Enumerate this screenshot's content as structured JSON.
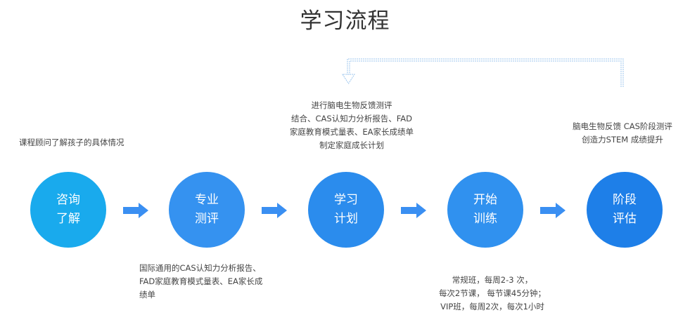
{
  "title": "学习流程",
  "colors": {
    "accent_light": "#1aa8ec",
    "accent_mid": "#2f8ff0",
    "accent_dark": "#1f7ce6",
    "arrow": "#3a8ff2",
    "loop_line": "#9bc5ee"
  },
  "steps": [
    {
      "line1": "咨询",
      "line2": "了解",
      "color": "#19aaed"
    },
    {
      "line1": "专业",
      "line2": "测评",
      "color": "#3592f0"
    },
    {
      "line1": "学习",
      "line2": "计划",
      "color": "#2b8ced"
    },
    {
      "line1": "开始",
      "line2": "训练",
      "color": "#3091ef"
    },
    {
      "line1": "阶段",
      "line2": "评估",
      "color": "#1e7fe8"
    }
  ],
  "notes": {
    "consult": [
      "课程顾问了解孩子的具体情况"
    ],
    "assess": [
      "国际通用的CAS认知力分析报告、",
      "FAD家庭教育模式量表、EA家长成",
      "绩单"
    ],
    "plan": [
      "进行脑电生物反馈测评",
      "结合、CAS认知力分析报告、FAD",
      "家庭教育模式量表、EA家长成绩单",
      "制定家庭成长计划"
    ],
    "training": [
      "常规班，每周2-3 次，",
      "每次2节课， 每节课45分钟；",
      "VIP班，每周2次，每次1小时"
    ],
    "evaluate": [
      "脑电生物反馈 CAS阶段测评",
      "创造力STEM 成绩提升"
    ]
  },
  "icons": [
    "right-arrow-icon",
    "loop-back-arrow"
  ]
}
